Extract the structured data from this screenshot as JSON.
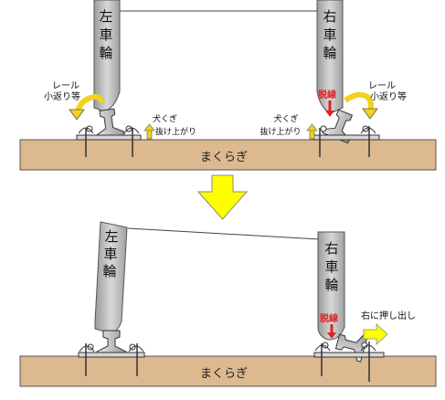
{
  "top": {
    "left_wheel": "左車輪",
    "right_wheel": "右車輪",
    "rail_turn_left": [
      "レール",
      "小返り等"
    ],
    "rail_turn_right": [
      "レール",
      "小返り等"
    ],
    "spike_lift_left": [
      "犬くぎ",
      "抜け上がり"
    ],
    "spike_lift_right": [
      "犬くぎ",
      "抜け上がり"
    ],
    "derail": "脱線",
    "sleeper": "まくらぎ"
  },
  "bottom": {
    "left_wheel": "左車輪",
    "right_wheel": "右車輪",
    "derail": "脱線",
    "push_out": "右に押し出し",
    "sleeper": "まくらぎ"
  },
  "colors": {
    "sleeper": "#dcb98f",
    "wheel": "#c4c4c4",
    "yellow": "#f2d21b",
    "derail_red": "#dd2222",
    "big_arrow": "#ffff00"
  }
}
